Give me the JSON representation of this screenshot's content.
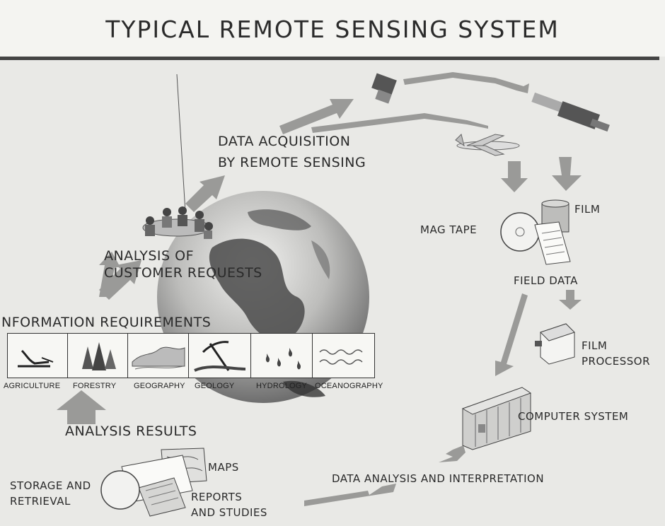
{
  "title": "TYPICAL REMOTE SENSING SYSTEM",
  "nodes": {
    "data_acquisition": [
      "DATA ACQUISITION",
      "BY REMOTE SENSING"
    ],
    "analysis_requests": [
      "ANALYSIS OF",
      "CUSTOMER REQUESTS"
    ],
    "information_requirements": "NFORMATION REQUIREMENTS",
    "analysis_results": "ANALYSIS RESULTS",
    "storage": [
      "STORAGE AND",
      "RETRIEVAL"
    ],
    "maps": "MAPS",
    "reports": [
      "REPORTS",
      "AND STUDIES"
    ],
    "mag_tape": "MAG TAPE",
    "film": "FILM",
    "field_data": "FIELD DATA",
    "film_processor": [
      "FILM",
      "PROCESSOR"
    ],
    "computer_system": "COMPUTER SYSTEM",
    "data_analysis": "DATA ANALYSIS AND INTERPRETATION"
  },
  "categories": [
    "AGRICULTURE",
    "FORESTRY",
    "GEOGRAPHY",
    "GEOLOGY",
    "HYDROLOGY",
    "OCEANOGRAPHY"
  ],
  "colors": {
    "arrow": "#8e8e8e",
    "arrow_dark": "#5c5c5c",
    "ink": "#2a2a2a",
    "rule": "#444444"
  }
}
